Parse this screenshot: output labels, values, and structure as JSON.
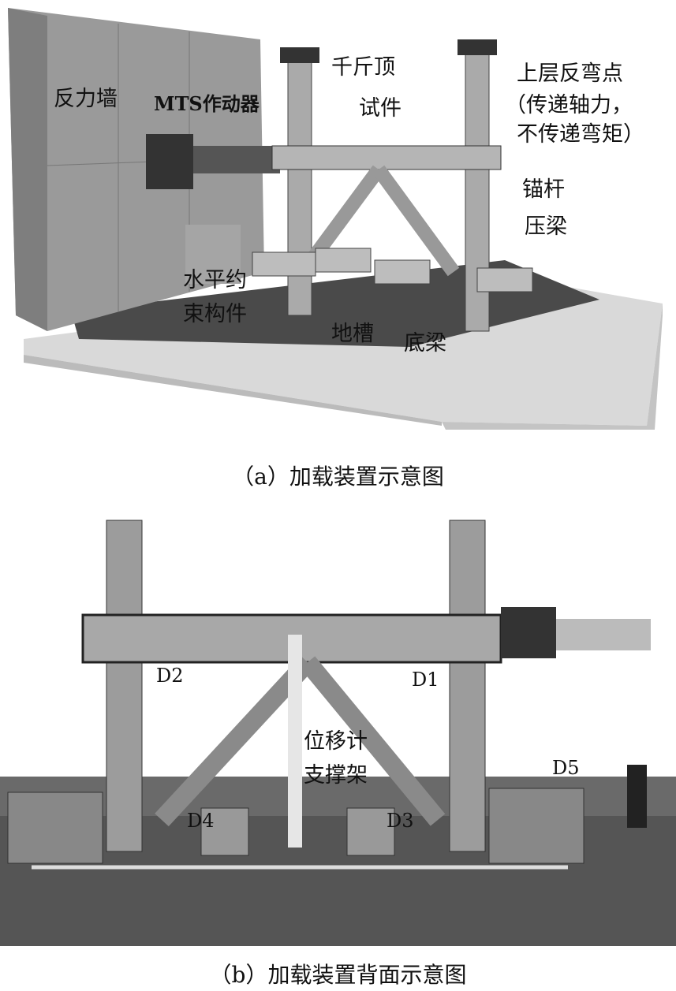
{
  "panel_a": {
    "caption": "（a）加载装置示意图",
    "labels": {
      "reaction_wall": "反力墙",
      "actuator": "MTS作动器",
      "jack": "千斤顶",
      "specimen": "试件",
      "inflection_1": "上层反弯点",
      "inflection_2": "（传递轴力，",
      "inflection_3": "不传递弯矩）",
      "anchor": "锚杆",
      "press_beam": "压梁",
      "restraint_1": "水平约",
      "restraint_2": "束构件",
      "trench": "地槽",
      "base_beam": "底梁"
    }
  },
  "panel_b": {
    "caption": "（b）加载装置背面示意图",
    "labels": {
      "d1": "D1",
      "d2": "D2",
      "d3": "D3",
      "d4": "D4",
      "d5": "D5",
      "support_1": "位移计",
      "support_2": "支撑架"
    }
  }
}
